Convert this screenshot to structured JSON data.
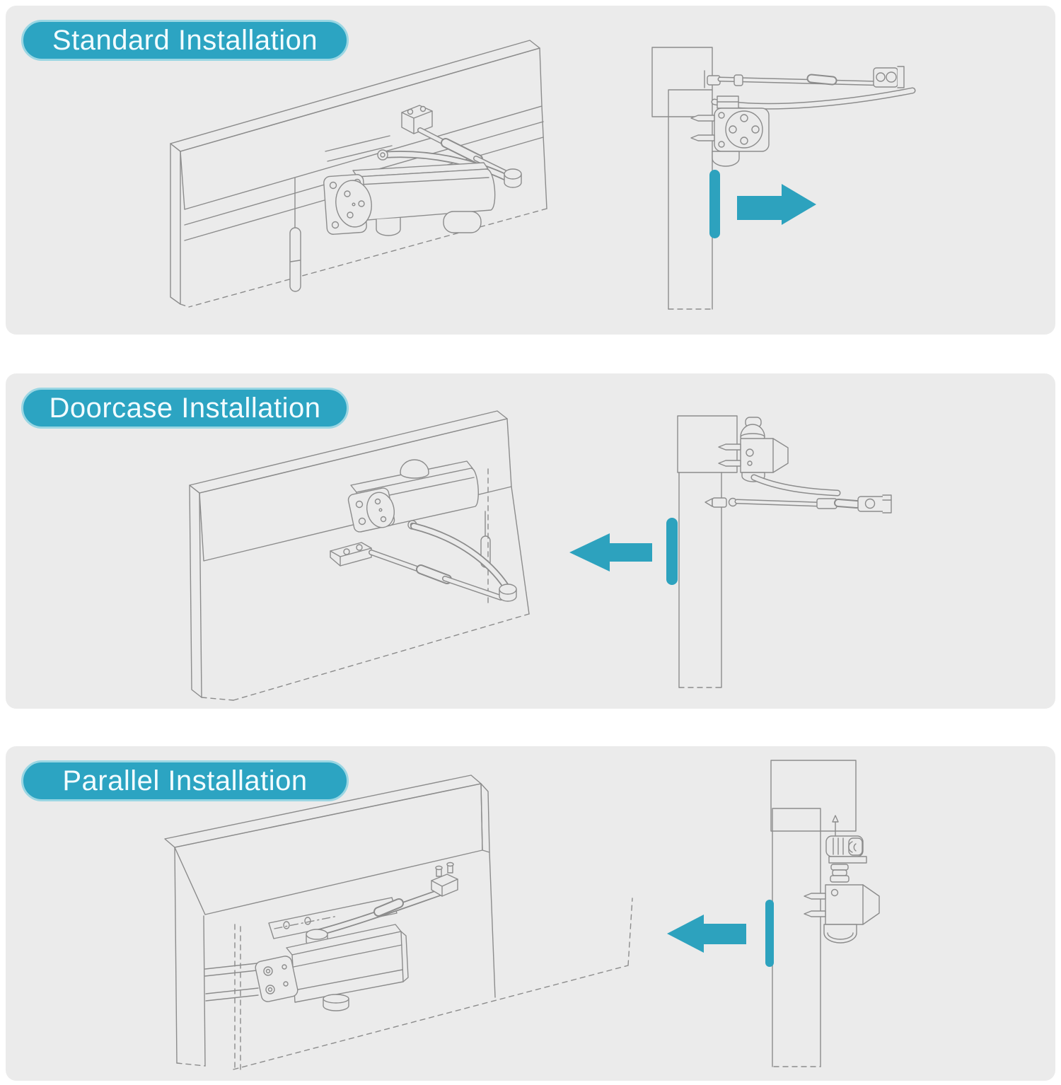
{
  "page": {
    "background": "#ffffff"
  },
  "colors": {
    "panel_background": "#ebebeb",
    "line_art": "#8c8c8c",
    "accent_teal": "#2da2be",
    "badge_fill": "#2ca4c2",
    "badge_border": "#9ad6e3",
    "badge_text": "#f2fcff"
  },
  "panels": [
    {
      "id": "standard-installation",
      "title": "Standard Installation",
      "arrow_direction": "right",
      "left_view": "perspective drawing: closer body mounted on door face, main arm and forearm linked to bracket on door frame header",
      "right_view": "side profile: closer on pull side of door with arm extended, teal strip on door edge, arrow pointing right (door swing direction)"
    },
    {
      "id": "doorcase-installation",
      "title": "Doorcase Installation",
      "arrow_direction": "left",
      "left_view": "perspective drawing: closer body mounted on doorcase header with adjusting knob, arm reaching down to shoe bracket on door",
      "right_view": "side profile: closer mounted on frame side, arm extended over door, teal strip on door edge, arrow pointing left (door swing direction)"
    },
    {
      "id": "parallel-installation",
      "title": "Parallel Installation",
      "arrow_direction": "left",
      "left_view": "perspective drawing: closer body on door with parallel mounting bracket plate above, arm folded parallel to the door",
      "right_view": "side profile: closer stacked on door edge with parallel bracket, teal strip on door edge, arrow pointing left (door swing direction)"
    }
  ]
}
